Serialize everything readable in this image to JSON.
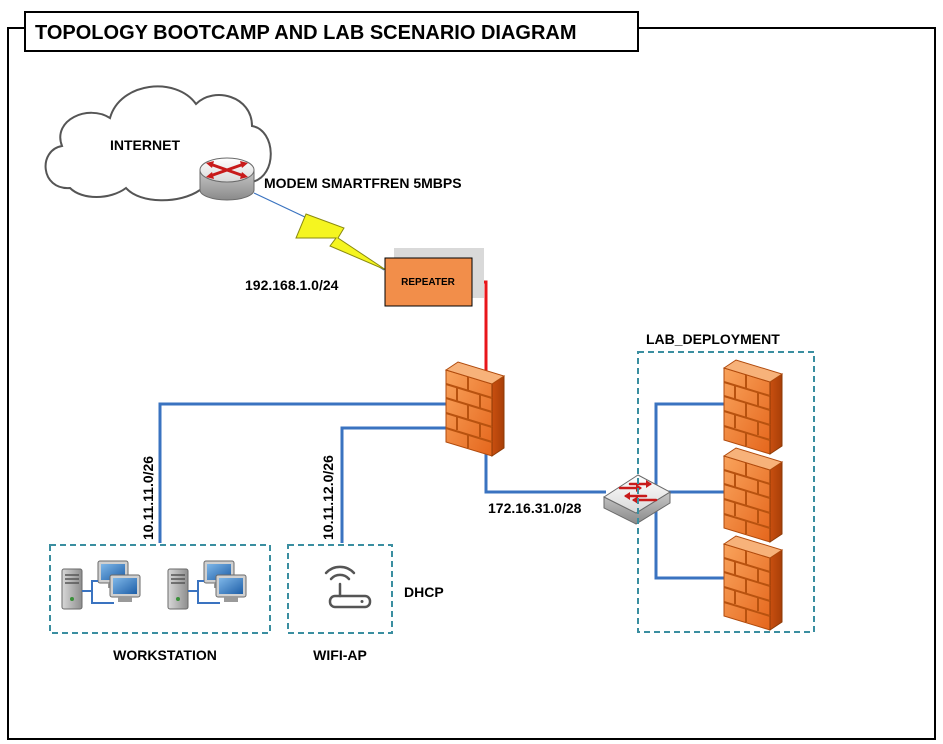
{
  "title": "TOPOLOGY BOOTCAMP AND LAB SCENARIO DIAGRAM",
  "nodes": {
    "internet": "INTERNET",
    "modem": "MODEM SMARTFREN 5MBPS",
    "repeater": "REPEATER",
    "workstation": "WORKSTATION",
    "wifi_ap": "WIFI-AP",
    "dhcp": "DHCP",
    "lab_deployment": "LAB_DEPLOYMENT"
  },
  "networks": {
    "wan": "192.168.1.0/24",
    "workstation_net": "10.11.11.0/26",
    "wifi_net": "10.11.12.0/26",
    "lab_net": "172.16.31.0/28"
  },
  "colors": {
    "link": "#3a73c0",
    "uplink": "#e8161b",
    "group_border": "#3a8ea0",
    "firewall": "#f08030",
    "repeater": "#f28e4a",
    "wireless": "#f5f520"
  },
  "icons": {
    "cloud": "cloud-icon",
    "router": "router-icon",
    "firewall": "firewall-icon",
    "switch": "switch-icon",
    "computer": "computer-icon",
    "wifi": "wifi-router-icon",
    "lightning": "lightning-icon"
  }
}
